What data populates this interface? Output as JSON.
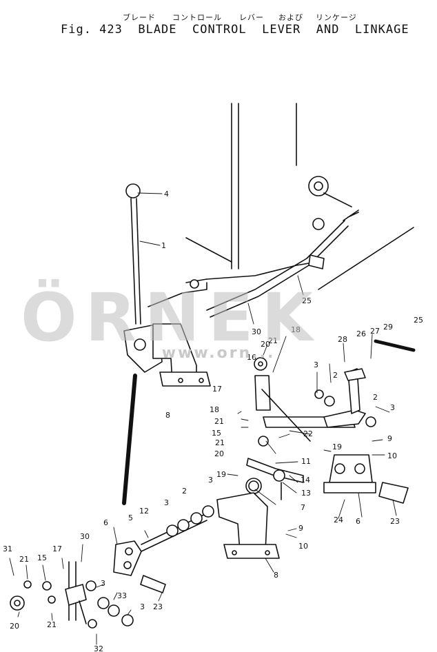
{
  "header": {
    "kana": [
      "ブレード",
      "コントロール",
      "レバー",
      "および",
      "リンケージ"
    ],
    "figure_title": "Fig. 423  BLADE  CONTROL  LEVER  AND  LINKAGE"
  },
  "watermark": {
    "logo_text": "ÖRNEK",
    "url_text": "www.orn...",
    "accent_color": "#e6c21a"
  },
  "callouts": [
    "4",
    "1",
    "25",
    "30",
    "18",
    "21",
    "20",
    "16",
    "28",
    "26",
    "27",
    "29",
    "25",
    "3",
    "2",
    "2",
    "3",
    "17",
    "18",
    "21",
    "15",
    "21",
    "20",
    "22",
    "19",
    "9",
    "10",
    "11",
    "14",
    "13",
    "19",
    "3",
    "7",
    "24",
    "6",
    "23",
    "5",
    "12",
    "3",
    "2",
    "6",
    "9",
    "10",
    "8",
    "30",
    "31",
    "21",
    "15",
    "17",
    "3",
    "33",
    "3",
    "23",
    "20",
    "21",
    "32",
    "8"
  ]
}
